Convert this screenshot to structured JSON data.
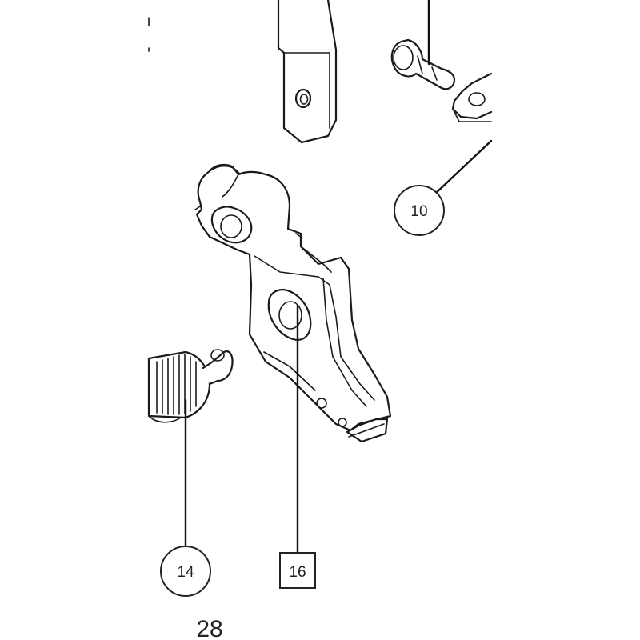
{
  "callouts": {
    "part_10": "10",
    "part_14": "14",
    "part_16": "16"
  },
  "page_number": "28"
}
